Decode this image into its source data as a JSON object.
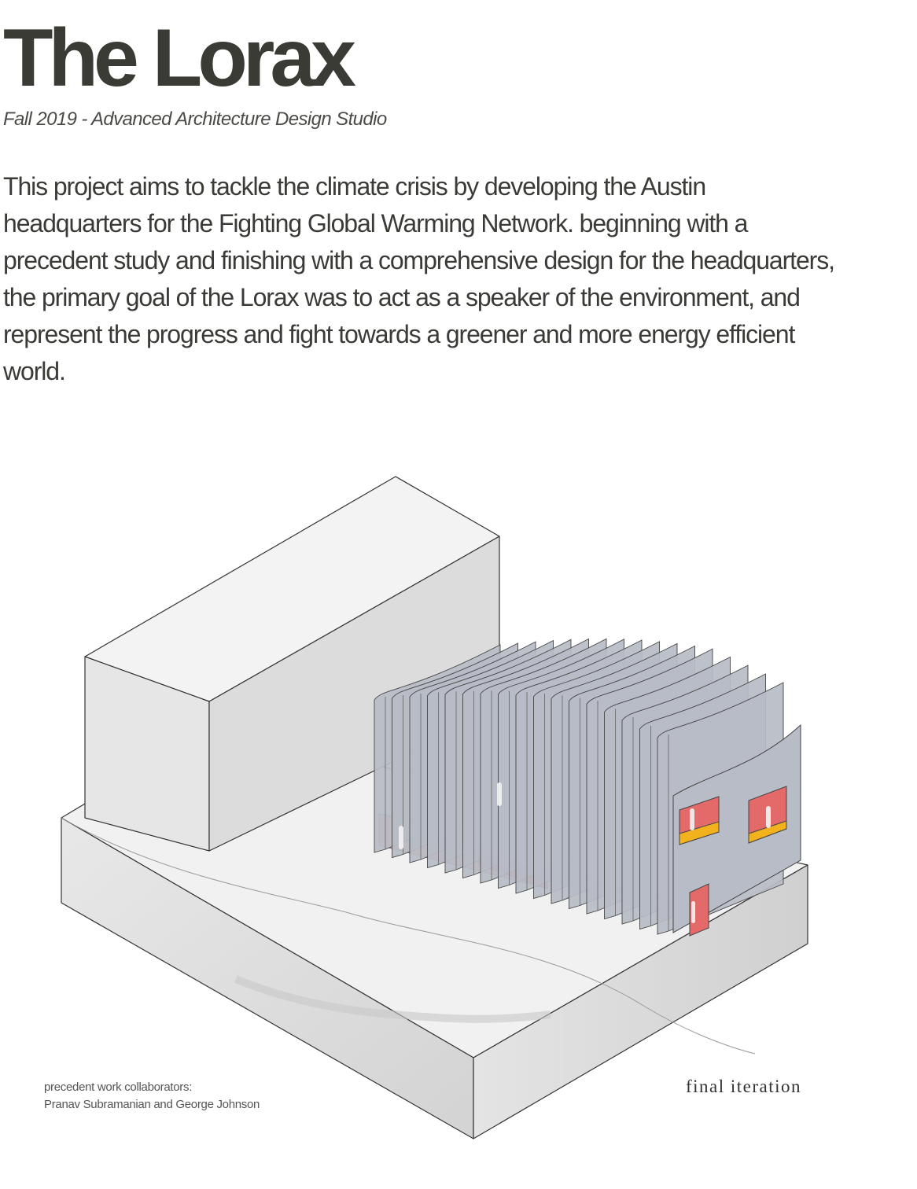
{
  "header": {
    "title": "The Lorax",
    "subtitle": "Fall 2019 - Advanced Architecture Design Studio"
  },
  "description": "This project aims to tackle the climate crisis by developing the Austin headquarters for the Fighting Global Warming Network. beginning with a precedent study and finishing with a comprehensive design for the headquarters, the primary goal of the Lorax was to act as a speaker of the environment, and represent the progress and fight towards a greener and more energy efficient world.",
  "credits": {
    "label": "precedent work collaborators:",
    "names": "Pranav Subramanian and George Johnson"
  },
  "caption": "final iteration",
  "colors": {
    "text": "#3b3b35",
    "fin": "#b7bcc6",
    "accent_red": "#e46a6a",
    "accent_blue": "#a8dde3",
    "accent_yellow": "#f2b21e"
  }
}
